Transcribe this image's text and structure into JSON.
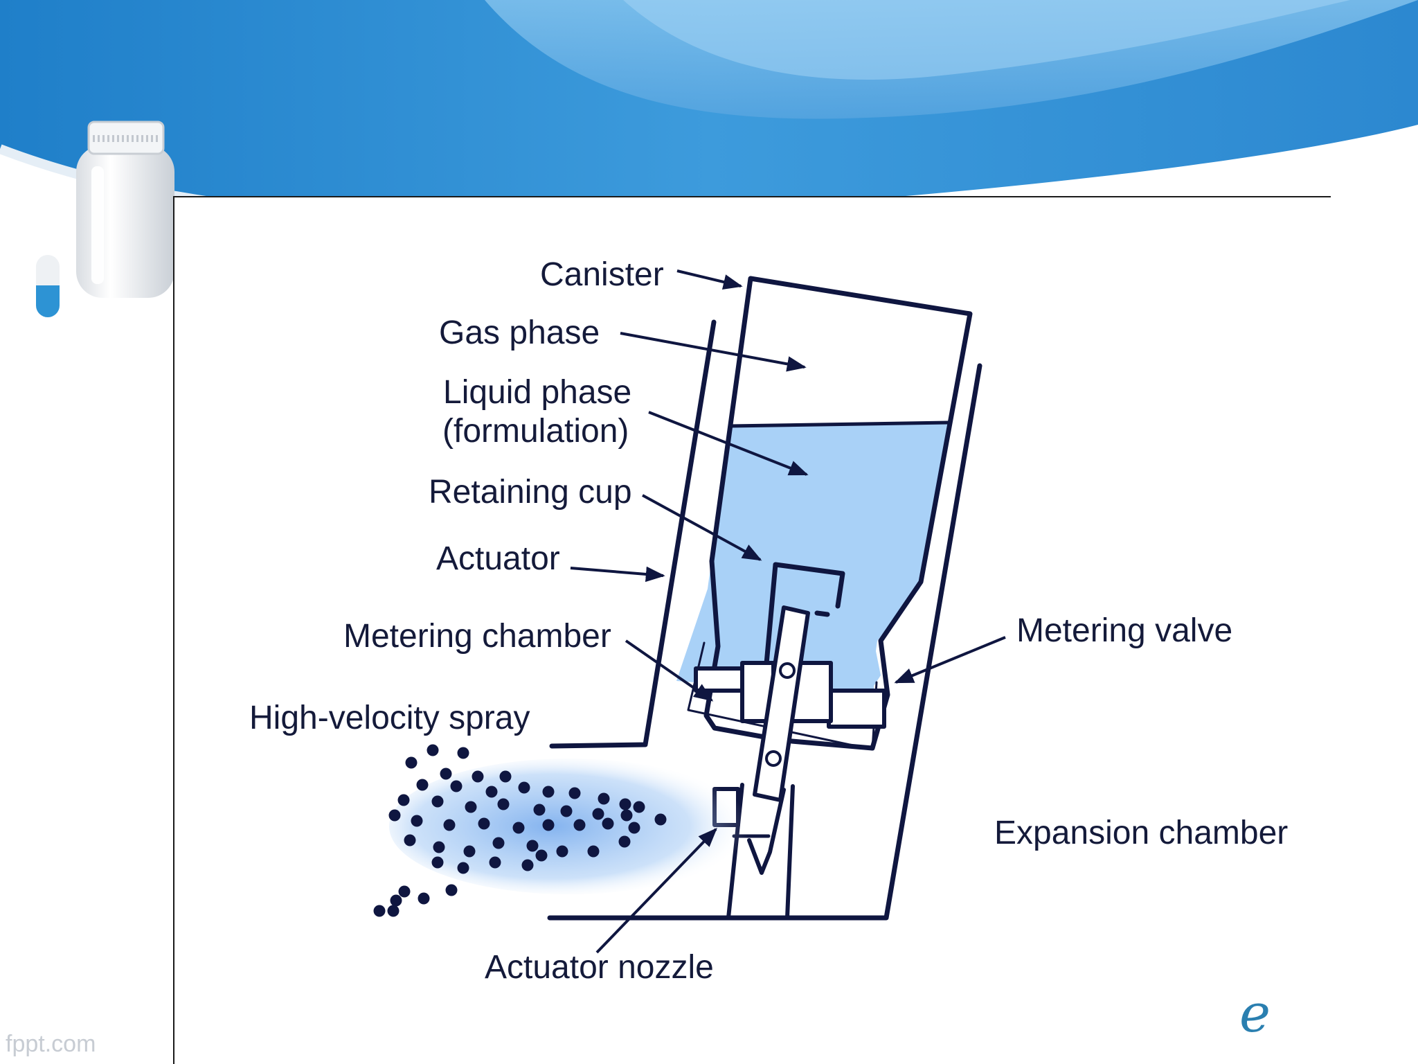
{
  "labels": {
    "canister": "Canister",
    "gas_phase": "Gas phase",
    "liquid_phase_1": "Liquid phase",
    "liquid_phase_2": "(formulation)",
    "retaining_cup": "Retaining cup",
    "actuator": "Actuator",
    "metering_chamber": "Metering chamber",
    "high_velocity_spray": "High-velocity spray",
    "metering_valve": "Metering valve",
    "expansion_chamber": "Expansion chamber",
    "actuator_nozzle": "Actuator nozzle"
  },
  "footer": "fppt.com",
  "logo": "e",
  "colors": {
    "header_blue": "#3a93d6",
    "liquid": "#a9d1f7",
    "outline": "#0f1640",
    "spray_glow": "#6fa6ec"
  },
  "icons": [
    "pill-bottle-icon",
    "capsule-icon"
  ]
}
